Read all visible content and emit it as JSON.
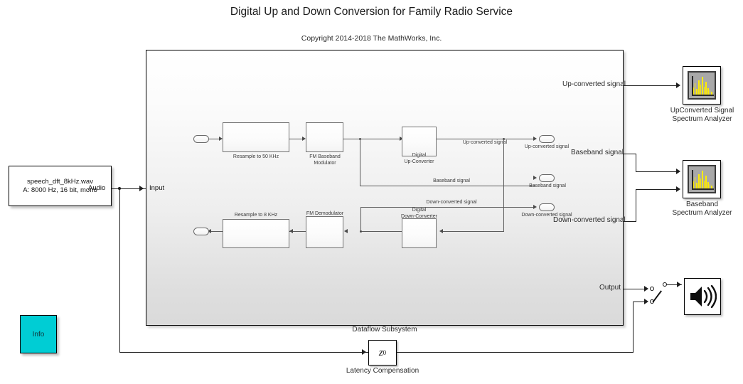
{
  "header": {
    "title": "Digital Up and Down Conversion for Family Radio Service",
    "copyright": "Copyright 2014-2018 The MathWorks, Inc."
  },
  "source_block": {
    "file_line": "speech_dft_8kHz.wav",
    "format_line": "A: 8000 Hz, 16 bit, mono",
    "output_port_label": "Audio"
  },
  "subsystem": {
    "label": "Dataflow Subsystem",
    "input_port_label": "Input",
    "output_port_label": "Output"
  },
  "blocks": {
    "resample_50k": "Resample to 50 KHz",
    "fm_modulator_line1": "FM Baseband",
    "fm_modulator_line2": "Modulator",
    "duc_line1": "Digital",
    "duc_line2": "Up-Converter",
    "resample_8k": "Resample to 8 KHz",
    "fm_demodulator": "FM Demodulator",
    "ddc_line1": "Digital",
    "ddc_line2": "Down-Converter",
    "latency_symbol": "z",
    "latency_exponent": "0",
    "latency_label": "Latency Compensation",
    "info_label": "Info"
  },
  "signal_labels": {
    "upconverted_inner": "Up-converted signal",
    "baseband_inner": "Baseband signal",
    "downconverted_inner": "Down-converted signal",
    "upconverted_port": "Up-converted signal",
    "baseband_port": "Baseband signal",
    "downconverted_port": "Down-converted signal",
    "upconverted_outer": "Up-converted signal",
    "baseband_outer": "Baseband signal",
    "downconverted_outer": "Down-converted signal"
  },
  "scopes": {
    "upconverted_line1": "UpConverted Signal",
    "upconverted_line2": "Spectrum Analyzer",
    "baseband_line1": "Baseband",
    "baseband_line2": "Spectrum Analyzer",
    "spectrum_bars": [
      40,
      62,
      30,
      78,
      52,
      95,
      44,
      70,
      34,
      22,
      14
    ],
    "bar_color": "#ffec00",
    "screen_color": "#a8a8a8"
  },
  "colors": {
    "info_block": "#00cdd4",
    "wire": "#1f1f1f",
    "block_border": "#737373"
  }
}
